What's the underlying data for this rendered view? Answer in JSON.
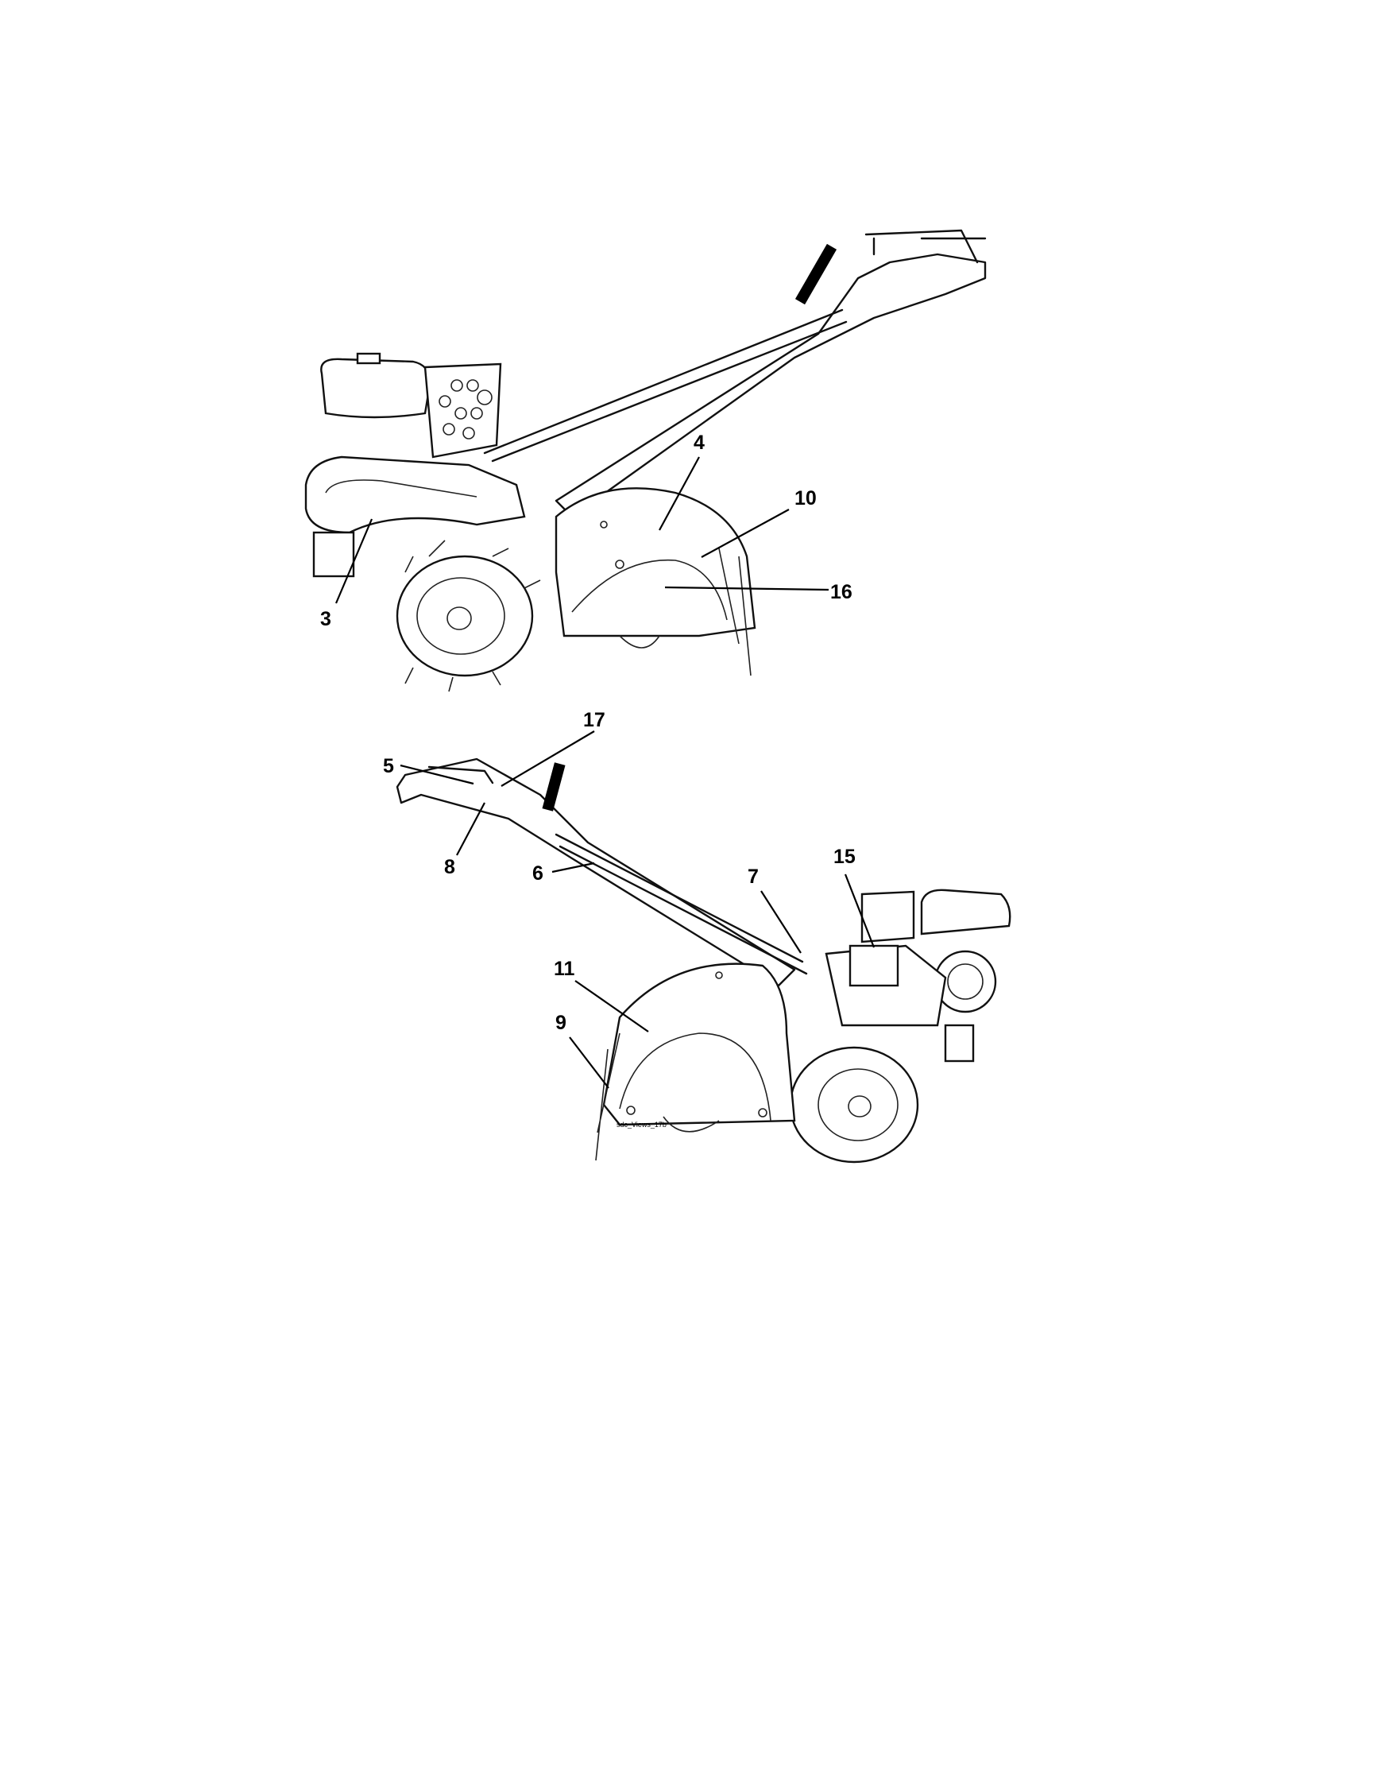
{
  "diagram": {
    "views": [
      {
        "name": "tiller-left-side-view",
        "callouts": [
          "3",
          "4",
          "10",
          "16"
        ]
      },
      {
        "name": "tiller-right-rear-view",
        "callouts": [
          "17",
          "5",
          "8",
          "6",
          "7",
          "15",
          "11",
          "9"
        ]
      }
    ],
    "callouts": {
      "c3": "3",
      "c4": "4",
      "c10": "10",
      "c16": "16",
      "c17": "17",
      "c5": "5",
      "c8": "8",
      "c6": "6",
      "c7": "7",
      "c15": "15",
      "c11": "11",
      "c9": "9"
    },
    "figure_tag": "sdc_Views_17b",
    "line_color": "#111111",
    "grip_color": "#000000"
  }
}
